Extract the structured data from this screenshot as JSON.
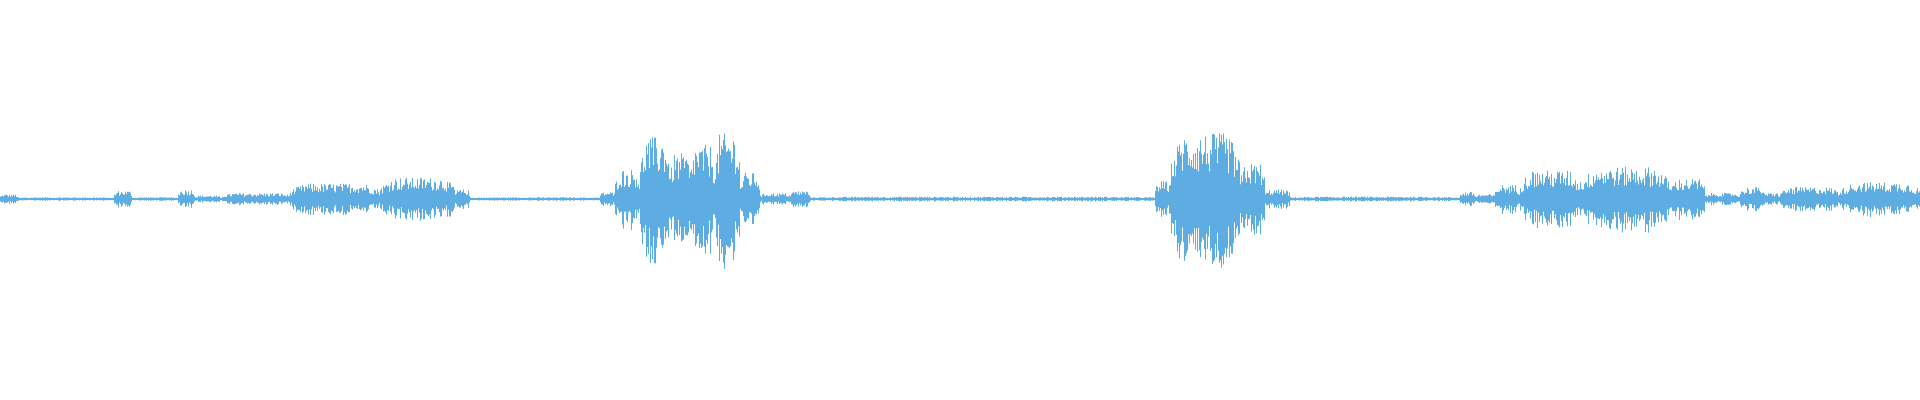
{
  "waveform": {
    "color": "#5DADE2",
    "background": "#ffffff",
    "duration_units": 1920,
    "baseline_amplitude": 0.01,
    "segments": [
      {
        "start": 0,
        "end": 18,
        "amp": 0.04
      },
      {
        "start": 18,
        "end": 110,
        "amp": 0.015
      },
      {
        "start": 114,
        "end": 132,
        "amp": 0.07
      },
      {
        "start": 132,
        "end": 175,
        "amp": 0.015
      },
      {
        "start": 178,
        "end": 195,
        "amp": 0.08
      },
      {
        "start": 195,
        "end": 220,
        "amp": 0.03
      },
      {
        "start": 222,
        "end": 290,
        "amp": 0.05
      },
      {
        "start": 290,
        "end": 380,
        "amp": 0.13
      },
      {
        "start": 380,
        "end": 455,
        "amp": 0.18
      },
      {
        "start": 455,
        "end": 470,
        "amp": 0.08
      },
      {
        "start": 470,
        "end": 600,
        "amp": 0.015
      },
      {
        "start": 600,
        "end": 615,
        "amp": 0.06
      },
      {
        "start": 615,
        "end": 640,
        "amp": 0.25
      },
      {
        "start": 640,
        "end": 670,
        "amp": 0.52
      },
      {
        "start": 670,
        "end": 690,
        "amp": 0.38
      },
      {
        "start": 690,
        "end": 715,
        "amp": 0.45
      },
      {
        "start": 715,
        "end": 740,
        "amp": 0.55
      },
      {
        "start": 740,
        "end": 760,
        "amp": 0.22
      },
      {
        "start": 760,
        "end": 790,
        "amp": 0.05
      },
      {
        "start": 790,
        "end": 810,
        "amp": 0.07
      },
      {
        "start": 810,
        "end": 1155,
        "amp": 0.02
      },
      {
        "start": 1155,
        "end": 1170,
        "amp": 0.15
      },
      {
        "start": 1170,
        "end": 1240,
        "amp": 0.55
      },
      {
        "start": 1240,
        "end": 1265,
        "amp": 0.3
      },
      {
        "start": 1265,
        "end": 1290,
        "amp": 0.08
      },
      {
        "start": 1290,
        "end": 1460,
        "amp": 0.02
      },
      {
        "start": 1460,
        "end": 1475,
        "amp": 0.06
      },
      {
        "start": 1475,
        "end": 1495,
        "amp": 0.04
      },
      {
        "start": 1495,
        "end": 1520,
        "amp": 0.12
      },
      {
        "start": 1520,
        "end": 1580,
        "amp": 0.24
      },
      {
        "start": 1580,
        "end": 1670,
        "amp": 0.27
      },
      {
        "start": 1670,
        "end": 1705,
        "amp": 0.17
      },
      {
        "start": 1705,
        "end": 1740,
        "amp": 0.05
      },
      {
        "start": 1740,
        "end": 1765,
        "amp": 0.1
      },
      {
        "start": 1765,
        "end": 1780,
        "amp": 0.05
      },
      {
        "start": 1780,
        "end": 1840,
        "amp": 0.1
      },
      {
        "start": 1840,
        "end": 1920,
        "amp": 0.14
      }
    ]
  }
}
